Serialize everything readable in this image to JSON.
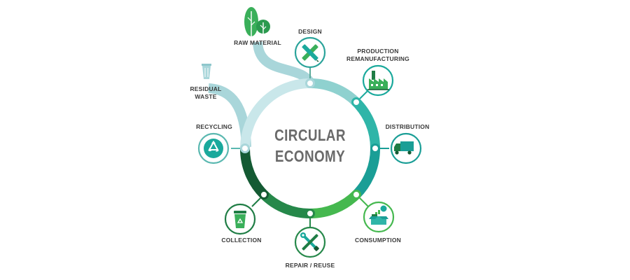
{
  "center": {
    "line1": "CIRCULAR",
    "line2": "ECONOMY"
  },
  "stages": {
    "raw_material": {
      "label": "RAW MATERIAL",
      "icon": "trees-icon"
    },
    "design": {
      "label": "DESIGN",
      "icon": "ruler-pencil-icon"
    },
    "production": {
      "line1": "PRODUCTION",
      "line2": "REMANUFACTURING",
      "icon": "factory-icon"
    },
    "distribution": {
      "label": "DISTRIBUTION",
      "icon": "truck-icon"
    },
    "consumption": {
      "label": "CONSUMPTION",
      "icon": "shopping-box-icon"
    },
    "repair_reuse": {
      "label": "REPAIR / REUSE",
      "icon": "wrench-screwdriver-icon"
    },
    "collection": {
      "label": "COLLECTION",
      "icon": "recycle-bin-icon"
    },
    "recycling": {
      "label": "RECYCLING",
      "icon": "recycle-icon"
    },
    "residual_waste": {
      "line1": "RESIDUAL",
      "line2": "WASTE",
      "icon": "trash-can-icon"
    }
  },
  "colors": {
    "light_teal": "#a9d6da",
    "teal": "#1aa99c",
    "green": "#37b45a",
    "dark_green": "#1f7d45",
    "darkest_green": "#145a33",
    "text": "#3a3a3a"
  }
}
